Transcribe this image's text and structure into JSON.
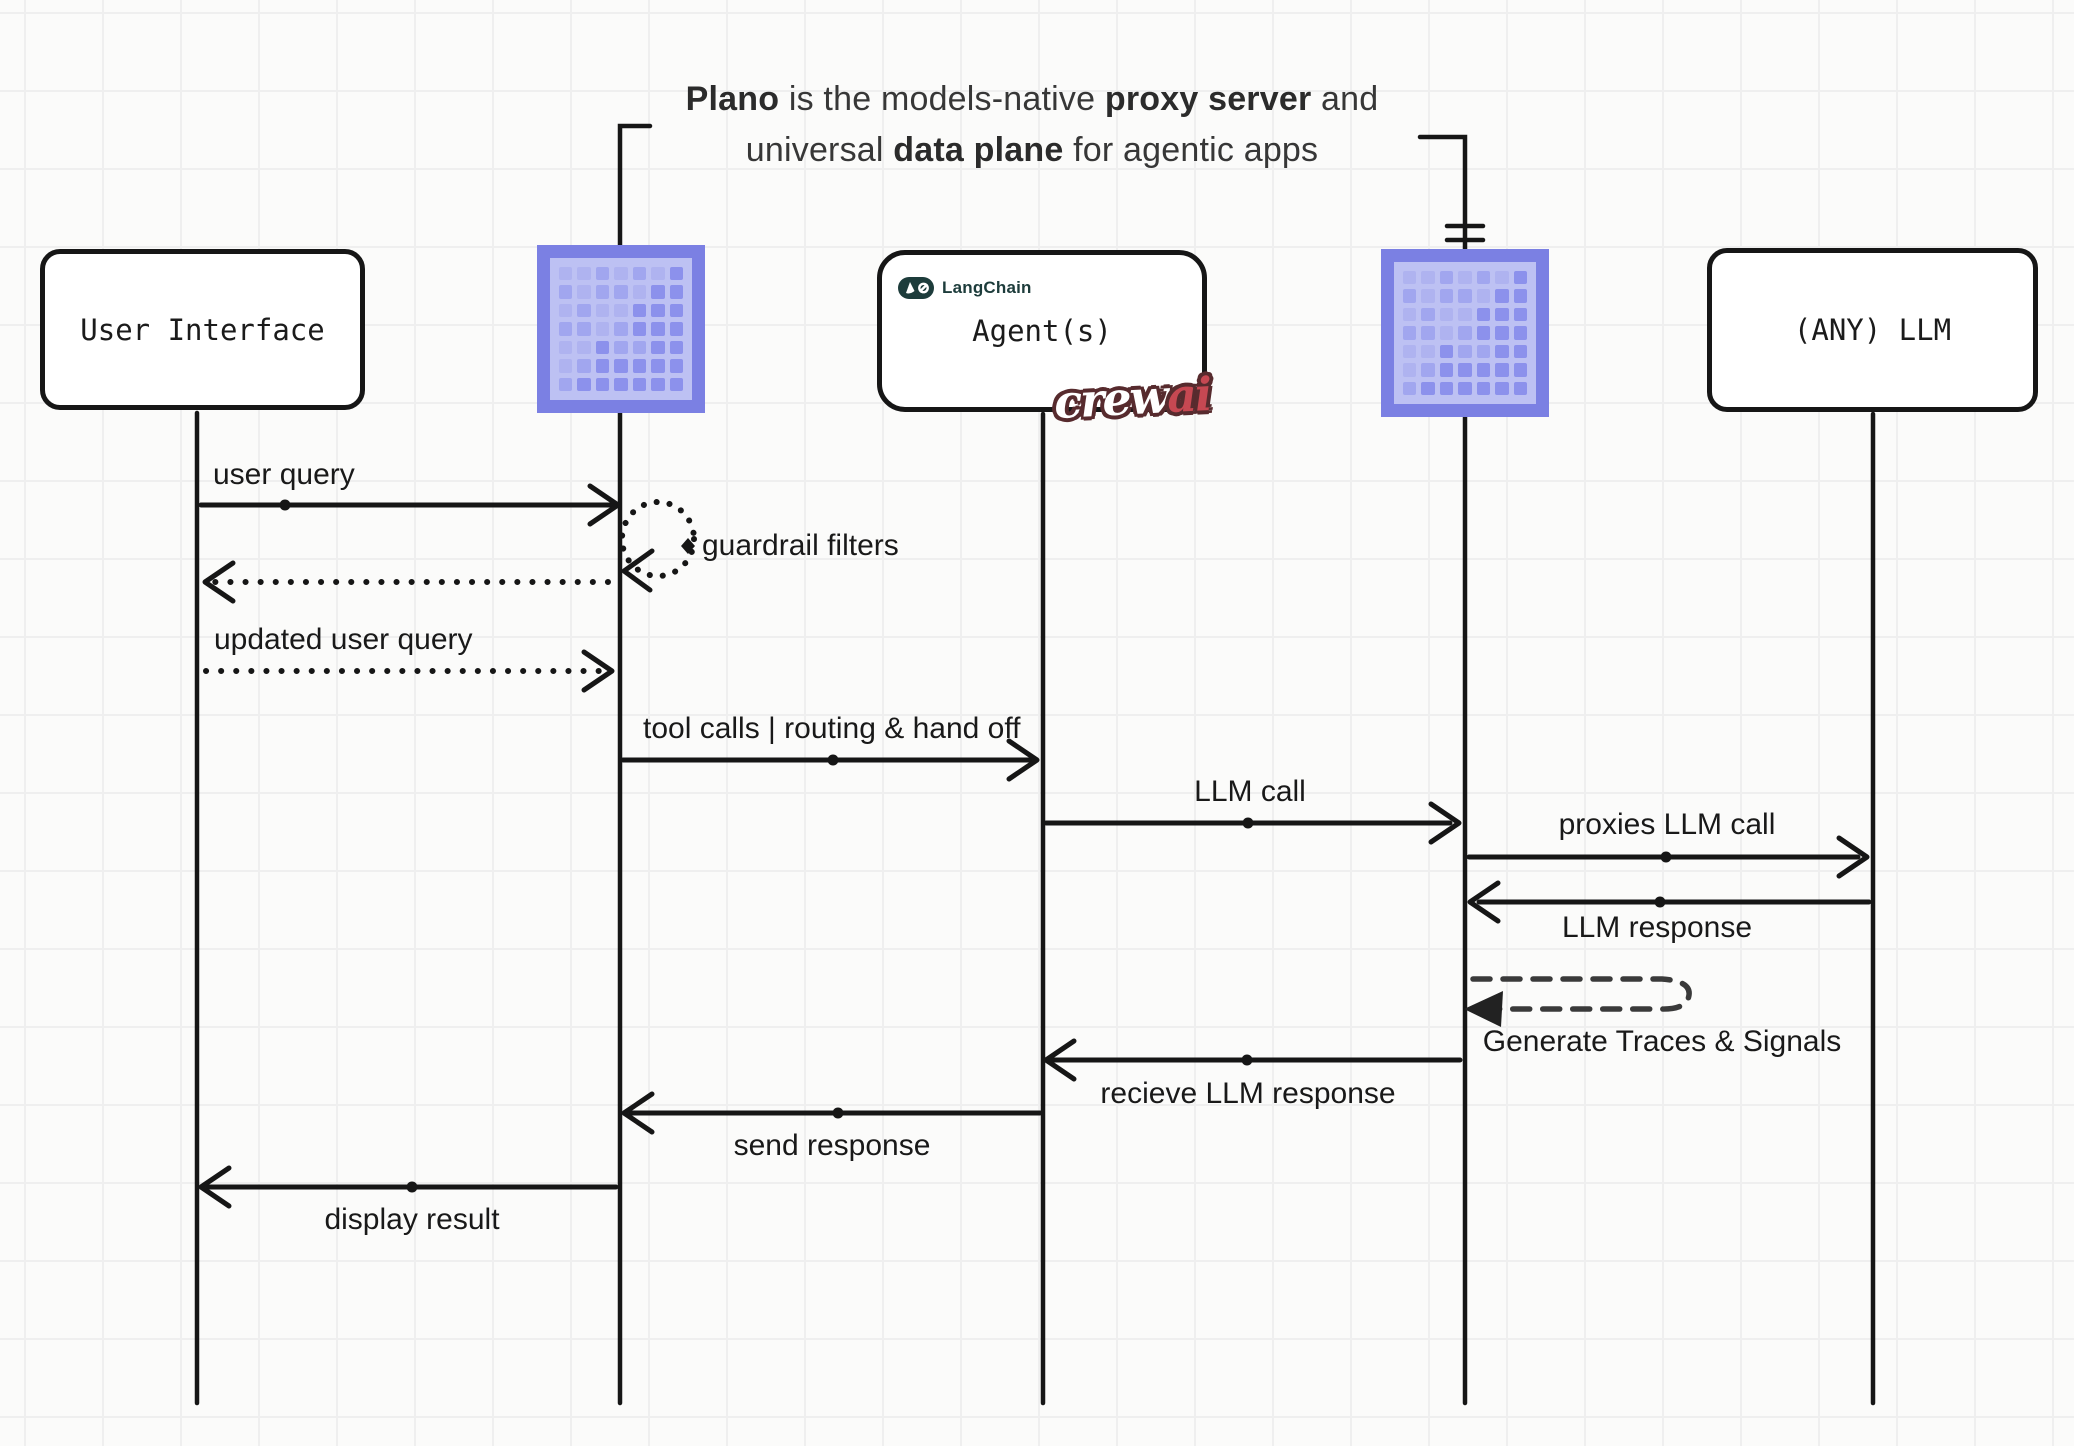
{
  "title": {
    "line1": [
      {
        "text": "Plano",
        "bold": true
      },
      {
        "text": " is the models-native ",
        "bold": false
      },
      {
        "text": "proxy server",
        "bold": true
      },
      {
        "text": " and",
        "bold": false
      }
    ],
    "line2": [
      {
        "text": "universal ",
        "bold": false
      },
      {
        "text": "data plane",
        "bold": true
      },
      {
        "text": " for agentic apps",
        "bold": false
      }
    ]
  },
  "actors": {
    "user_interface": {
      "label": "User Interface"
    },
    "plano_gateway": {
      "icon": "plano-pixel-grid-icon"
    },
    "agents": {
      "label": "Agent(s)",
      "langchain_label": "LangChain",
      "crewai_crew": "crew",
      "crewai_ai": "ai"
    },
    "plano_data_plane": {
      "icon": "plano-pixel-grid-icon"
    },
    "llm": {
      "label": "(ANY) LLM"
    }
  },
  "messages": [
    {
      "label": "user query",
      "from": "user_interface",
      "to": "plano_gateway",
      "style": "solid"
    },
    {
      "label": "guardrail filters",
      "from": "plano_gateway",
      "to": "plano_gateway",
      "style": "dotted-self-loop"
    },
    {
      "label": "",
      "from": "plano_gateway",
      "to": "user_interface",
      "style": "dotted"
    },
    {
      "label": "updated user query",
      "from": "user_interface",
      "to": "plano_gateway",
      "style": "dotted"
    },
    {
      "label": "tool calls | routing & hand off",
      "from": "plano_gateway",
      "to": "agents",
      "style": "solid"
    },
    {
      "label": "LLM call",
      "from": "agents",
      "to": "plano_data_plane",
      "style": "solid"
    },
    {
      "label": "proxies LLM call",
      "from": "plano_data_plane",
      "to": "llm",
      "style": "solid"
    },
    {
      "label": "LLM response",
      "from": "llm",
      "to": "plano_data_plane",
      "style": "solid"
    },
    {
      "label": "Generate Traces & Signals",
      "from": "plano_data_plane",
      "to": "plano_data_plane",
      "style": "dashed-self-loop"
    },
    {
      "label": "recieve LLM response",
      "from": "plano_data_plane",
      "to": "agents",
      "style": "solid"
    },
    {
      "label": "send response",
      "from": "agents",
      "to": "plano_gateway",
      "style": "solid"
    },
    {
      "label": "display result",
      "from": "plano_gateway",
      "to": "user_interface",
      "style": "solid"
    }
  ],
  "icons": {
    "plano_grid": [
      "1121213",
      "2122133",
      "1211333",
      "2212333",
      "1132233",
      "1233333",
      "2333333"
    ]
  },
  "colors": {
    "line": "#161616",
    "label_text": "#191919",
    "title_text": "#373737",
    "icon_border": "#7b80e3",
    "icon_inner": "#bdc1f3",
    "icon_cell": "#7f85ea",
    "langchain": "#1d3c3b",
    "crewai_outline": "#572b2e",
    "crewai_ai": "#c64852"
  }
}
